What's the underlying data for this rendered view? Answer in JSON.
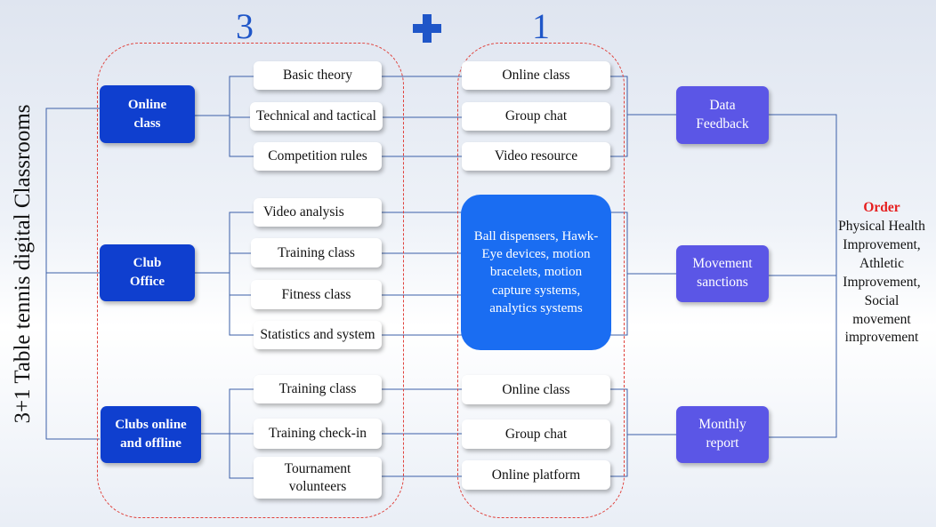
{
  "title": "3+1  Table tennis digital Classrooms",
  "header": {
    "left_number": "3",
    "plus_icon": "plus-icon",
    "right_number": "1"
  },
  "categories": [
    {
      "label": "Online class",
      "items": [
        "Basic theory",
        "Technical and tactical",
        "Competition rules"
      ]
    },
    {
      "label": "Club Office",
      "items": [
        "Video analysis",
        "Training  class",
        "Fitness class",
        "Statistics and system"
      ]
    },
    {
      "label": "Clubs online and offline",
      "items": [
        "Training class",
        "Training  check-in",
        "Tournament volunteers"
      ]
    }
  ],
  "platform": {
    "top": [
      "Online class",
      "Group chat",
      "Video resource"
    ],
    "devices": "Ball  dispensers, Hawk-Eye devices, motion bracelets, motion capture systems, analytics systems",
    "bottom": [
      "Online class",
      "Group chat",
      "Online platform"
    ]
  },
  "results": [
    "Data Feedback",
    "Movement sanctions",
    "Monthly report"
  ],
  "outcome": {
    "heading": "Order",
    "text": "Physical Health Improvement, Athletic Improvement, Social movement improvement"
  },
  "colors": {
    "category_box": "#0f3fcf",
    "result_box": "#5b56e6",
    "device_box": "#1a6df2",
    "dashed_border": "#e0413b",
    "connector": "#3b5fa8",
    "order_text": "#e61f1f",
    "number_text": "#1f56c8"
  }
}
